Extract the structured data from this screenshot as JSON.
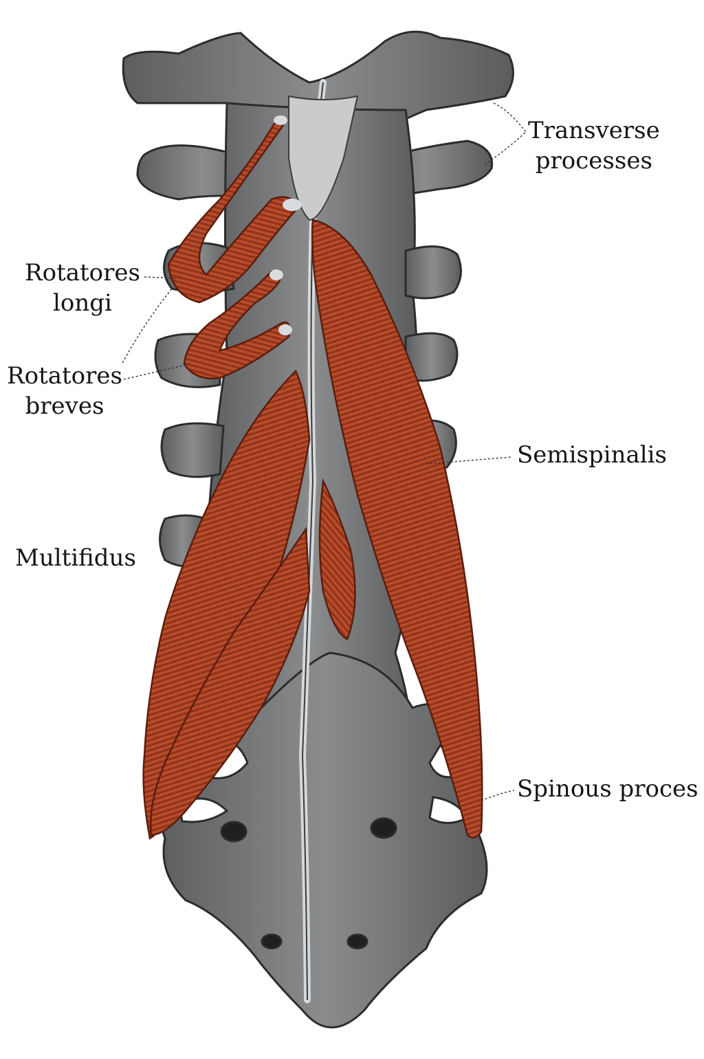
{
  "labels": {
    "transverse": {
      "line1": "Transverse",
      "line2": "processes"
    },
    "rotatores_longi": {
      "line1": "Rotatores",
      "line2": "longi"
    },
    "rotatores_breves": {
      "line1": "Rotatores",
      "line2": "breves"
    },
    "multifidus": "Multifidus",
    "semispinalis": "Semispinalis",
    "spinous": "Spinous proces"
  },
  "colors": {
    "bone": "#7b7d7f",
    "bone_dark": "#3e4042",
    "bone_light": "#b9bbbd",
    "muscle": "#b5472a",
    "muscle_dark": "#7c2a18",
    "tendon": "#d7dadc"
  }
}
